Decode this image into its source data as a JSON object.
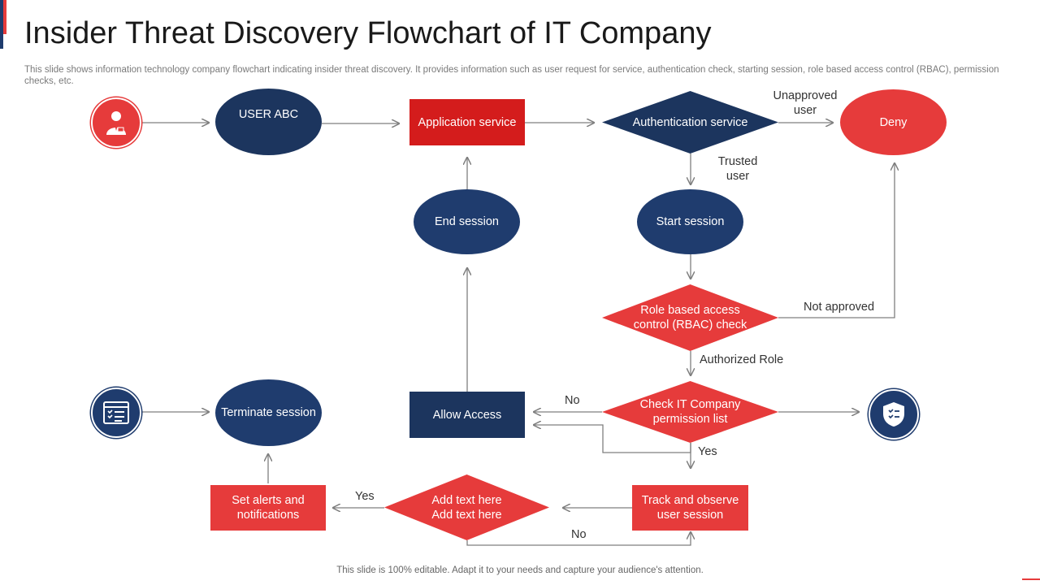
{
  "slide": {
    "title": "Insider Threat Discovery Flowchart of IT Company",
    "subtitle": "This slide shows information technology company flowchart indicating insider threat discovery. It provides information such as user request for service, authentication check, starting session, role based access control (RBAC), permission checks, etc.",
    "footer": "This slide is 100% editable. Adapt it to your needs and capture your audience's attention."
  },
  "nodes": {
    "user": "USER ABC",
    "application_service": "Application service",
    "authentication_service": "Authentication service",
    "deny": "Deny",
    "end_session": "End session",
    "start_session": "Start session",
    "rbac_line1": "Role based access",
    "rbac_line2": "control (RBAC) check",
    "allow_access": "Allow Access",
    "permission_line1": "Check IT Company",
    "permission_line2": "permission list",
    "terminate_session": "Terminate session",
    "alerts_line1": "Set alerts and",
    "alerts_line2": "notifications",
    "addtext_line1": "Add text here",
    "addtext_line2": "Add text here",
    "track_line1": "Track and observe",
    "track_line2": "user session"
  },
  "edge_labels": {
    "unapproved_line1": "Unapproved",
    "unapproved_line2": "user",
    "trusted_line1": "Trusted",
    "trusted_line2": "user",
    "not_approved": "Not approved",
    "authorized_role": "Authorized Role",
    "no_permission": "No",
    "yes_permission": "Yes",
    "yes_addtext": "Yes",
    "no_addtext": "No"
  },
  "icons": {
    "user_icon": "user-badge-icon",
    "list_icon": "checklist-window-icon",
    "shield_icon": "shield-check-icon"
  },
  "colors": {
    "navy": "#1f3c6e",
    "red": "#e63b3b",
    "dark_red": "#d41c1c",
    "arrow": "#7f7f7f"
  }
}
